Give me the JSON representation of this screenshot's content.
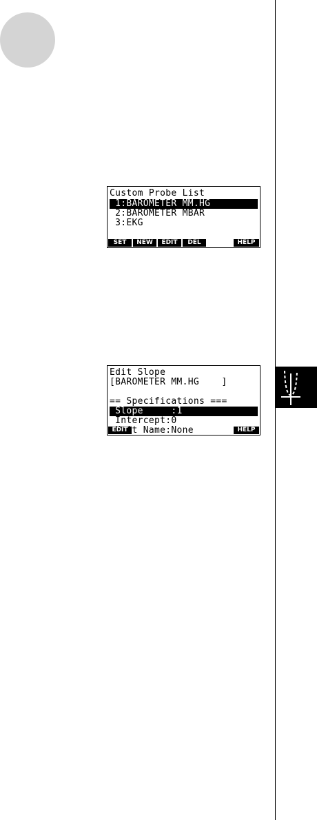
{
  "screen1": {
    "title": "Custom Probe List",
    "items": [
      " 1:BAROMETER MM.HG",
      " 2:BAROMETER MBAR",
      " 3:EKG"
    ],
    "selected_index": 0,
    "fkeys": [
      "SET",
      "NEW",
      "EDIT",
      "DEL",
      "HELP"
    ]
  },
  "screen2": {
    "title": "Edit Slope",
    "probe_name": "[BAROMETER MM.HG    ]",
    "section": "== Specifications ===",
    "fields": [
      " Slope     :1",
      " Intercept:0",
      " Unit Name:None"
    ],
    "selected_index": 0,
    "fkeys": [
      "EDIT",
      "HELP"
    ]
  }
}
